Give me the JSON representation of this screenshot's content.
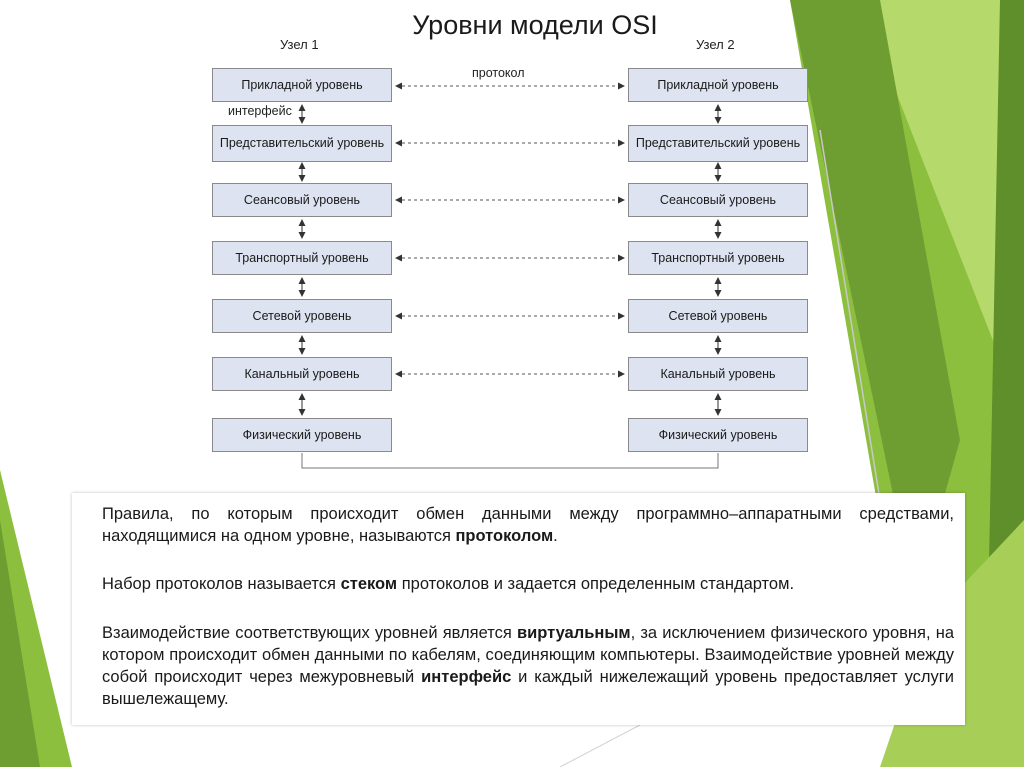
{
  "slide": {
    "title": "Уровни модели OSI"
  },
  "diagram": {
    "node1": "Узел 1",
    "node2": "Узел 2",
    "protocol_label": "протокол",
    "interface_label": "интерфейс",
    "layers": [
      "Прикладной уровень",
      "Представительский уровень",
      "Сеансовый уровень",
      "Транспортный уровень",
      "Сетевой уровень",
      "Канальный уровень",
      "Физический уровень"
    ]
  },
  "text": {
    "p1_a": "Правила, по которым происходит обмен данными между программно–аппаратными средствами, находящимися на одном уровне, называются ",
    "p1_b": "протоколом",
    "p1_c": ".",
    "p2_a": "Набор протоколов называется ",
    "p2_b": "стеком",
    "p2_c": " протоколов и задается определенным стандартом.",
    "p3_a": "Взаимодействие соответствующих уровней является ",
    "p3_b": "виртуальным",
    "p3_c": ", за исключением физического уровня, на котором происходит обмен данными по кабелям, соединяющим компьютеры. Взаимодействие уровней между собой происходит через межуровневый ",
    "p3_d": "интерфейс",
    "p3_e": " и каждый нижележащий уровень предоставляет услуги вышележащему."
  },
  "colors": {
    "green_dark": "#6e9e32",
    "green_mid": "#8dbf3f",
    "green_light": "#b5d96a",
    "box_fill": "#dde3f0"
  }
}
